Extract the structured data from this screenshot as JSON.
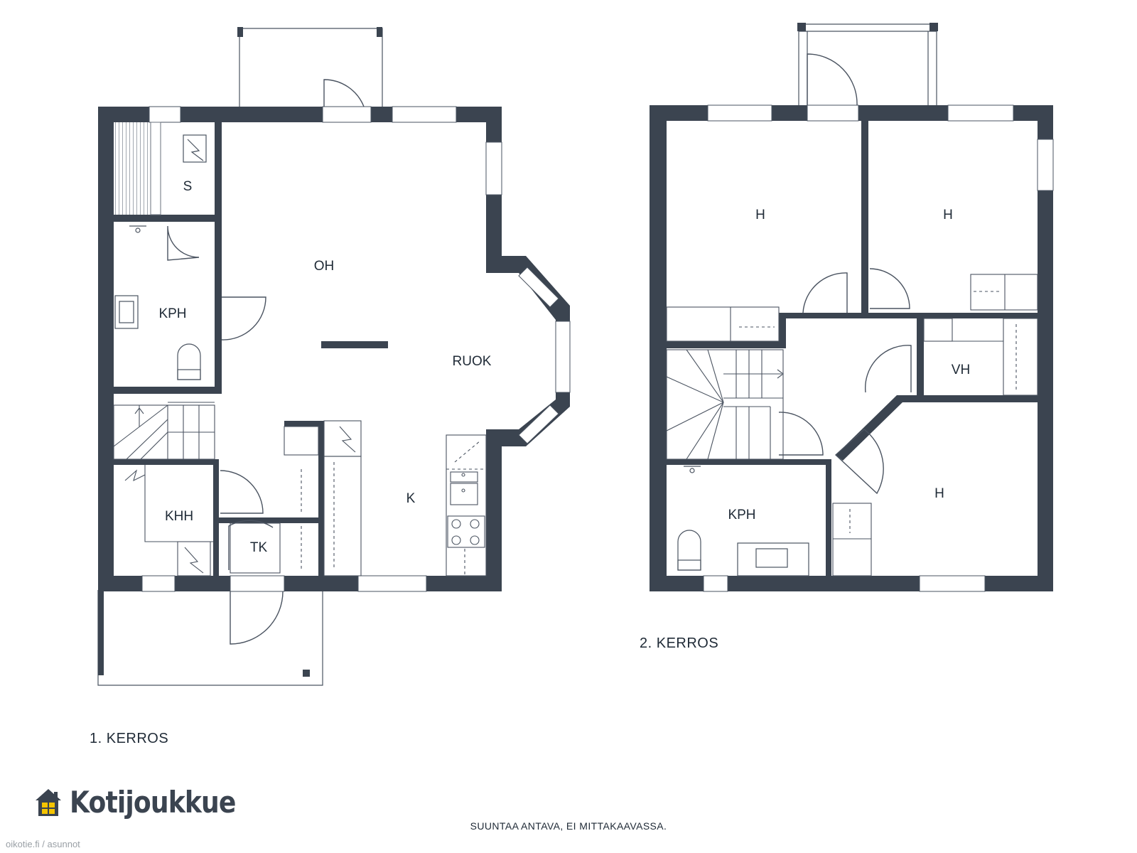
{
  "floors": [
    {
      "label": "1. KERROS",
      "rooms": [
        {
          "id": "s",
          "label": "S"
        },
        {
          "id": "oh",
          "label": "OH"
        },
        {
          "id": "kph1",
          "label": "KPH"
        },
        {
          "id": "ruok",
          "label": "RUOK"
        },
        {
          "id": "k",
          "label": "K"
        },
        {
          "id": "khh",
          "label": "KHH"
        },
        {
          "id": "tk",
          "label": "TK"
        }
      ]
    },
    {
      "label": "2. KERROS",
      "rooms": [
        {
          "id": "h1",
          "label": "H"
        },
        {
          "id": "h2",
          "label": "H"
        },
        {
          "id": "vh",
          "label": "VH"
        },
        {
          "id": "kph2",
          "label": "KPH"
        },
        {
          "id": "h3",
          "label": "H"
        }
      ]
    }
  ],
  "brand": {
    "name": "Kotijoukkue",
    "logo_icon": "house-icon"
  },
  "disclaimer": "SUUNTAA ANTAVA, EI MITTAKAAVASSA.",
  "watermark": "oikotie.fi / asunnot",
  "colors": {
    "wall": "#3b4450",
    "line": "#4a5360",
    "logo_window": "#f5c400"
  }
}
